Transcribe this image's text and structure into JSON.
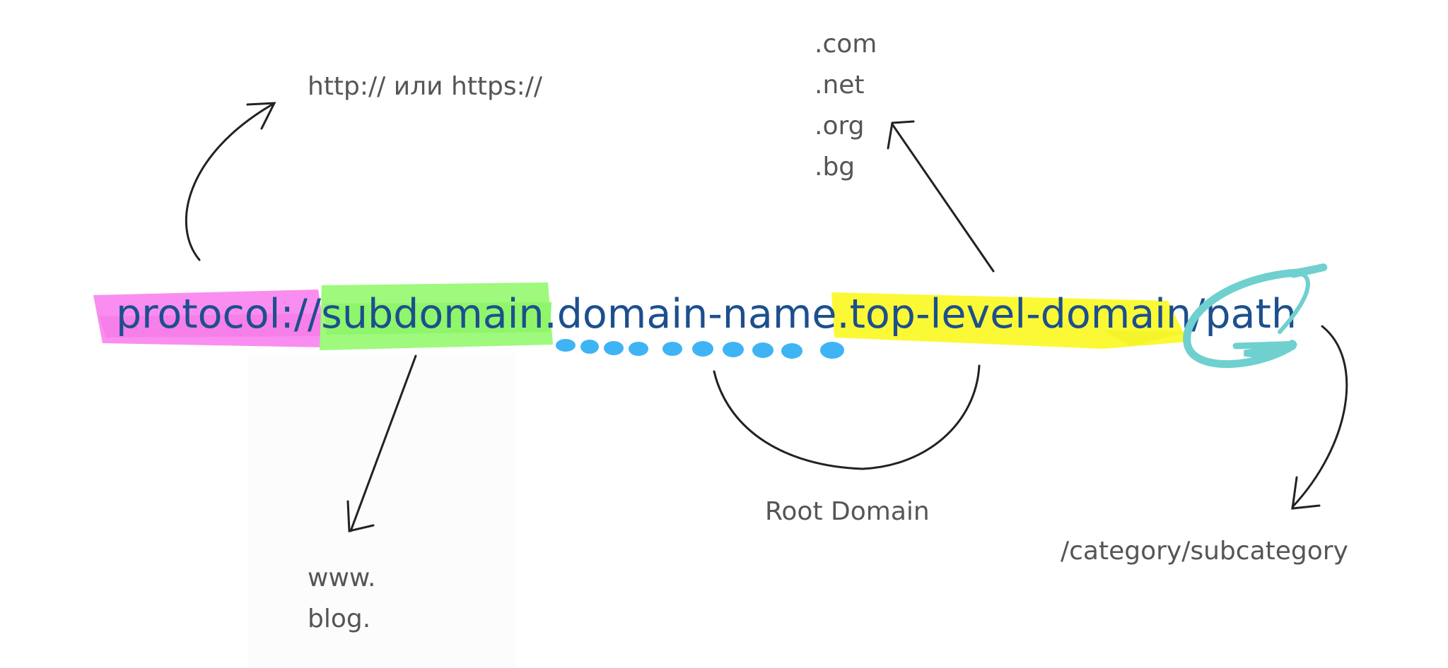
{
  "url": {
    "protocol": "protocol:/",
    "slash": "/",
    "subdomain": "subdomain",
    "dot1": ".",
    "domain_name": "domain-name",
    "dot2": ".",
    "tld": "top-level-domain",
    "slash2": "/",
    "path": "path"
  },
  "labels": {
    "protocol": "http:// или https://",
    "tld_options": [
      ".com",
      ".net",
      ".org",
      ".bg"
    ],
    "subdomain_options": [
      "www.",
      "blog."
    ],
    "root_domain": "Root Domain",
    "path": "/category/subcategory"
  },
  "colors": {
    "url_text": "#1c4f8e",
    "label_text": "#555555",
    "protocol_highlight": "#f98ef0",
    "subdomain_highlight": "#9ef97d",
    "domain_name_underline": "#3fb4f5",
    "tld_highlight": "#fbf935",
    "path_circle": "#6fd0cf",
    "arrow": "#222222"
  }
}
